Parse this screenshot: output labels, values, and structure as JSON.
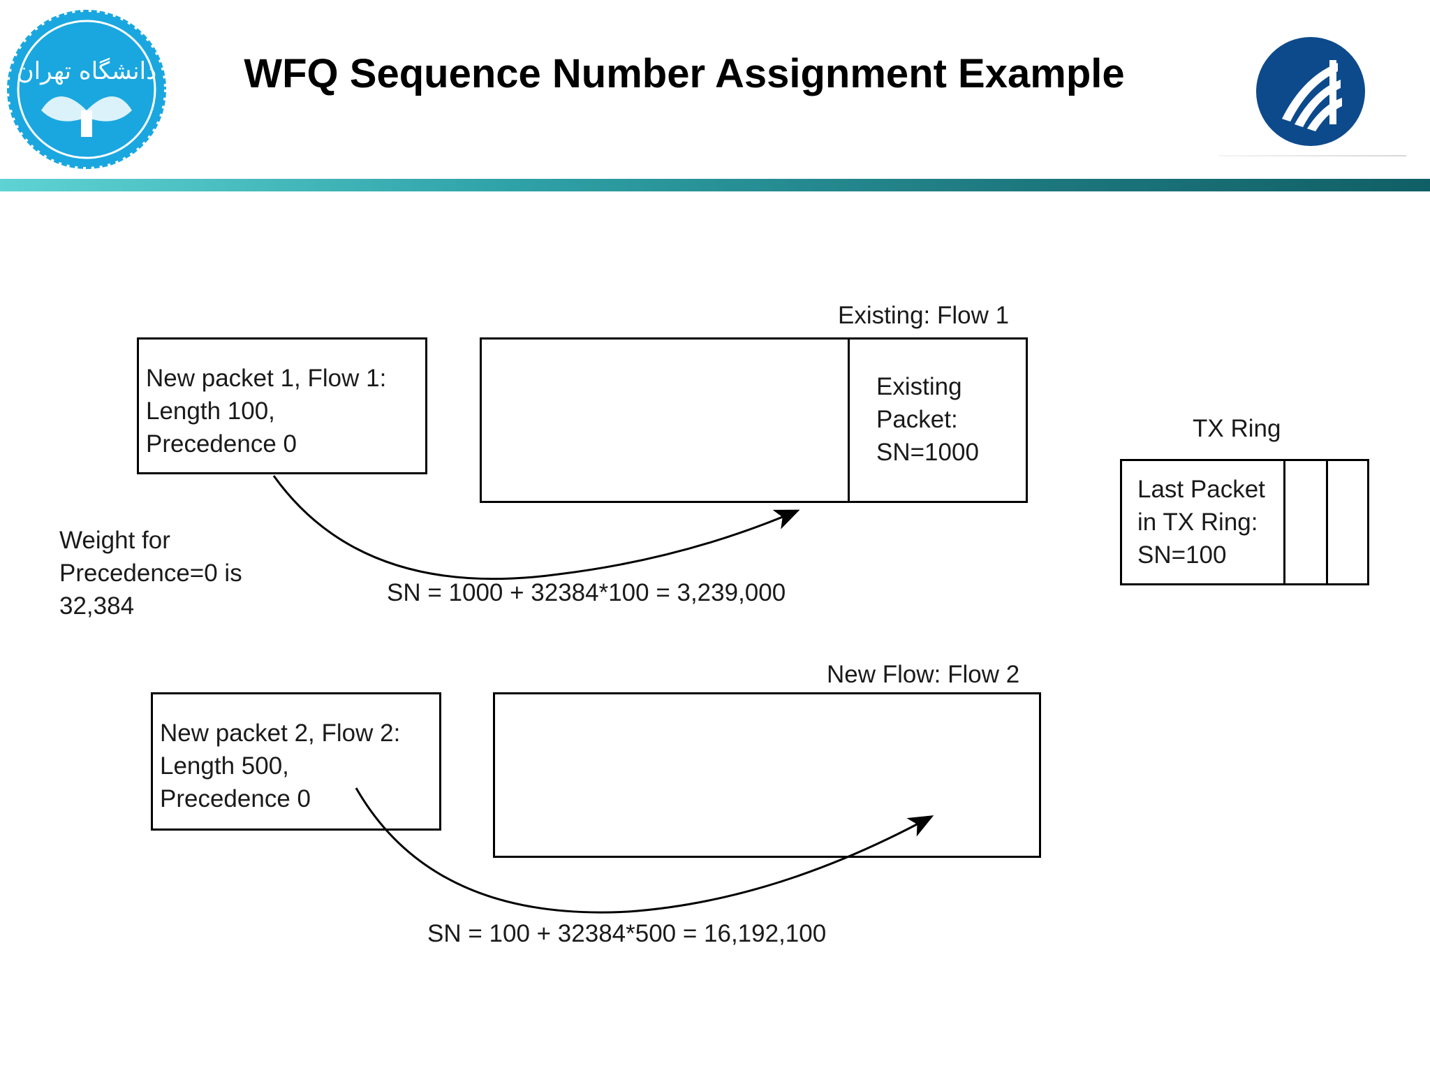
{
  "slide": {
    "title": "WFQ Sequence Number Assignment Example"
  },
  "logos": {
    "left_text": "دانشگاه تهران",
    "left_color": "#1aa7e0",
    "right_color": "#0d4a8c"
  },
  "colors": {
    "header_bar_start": "#5fd3d3",
    "header_bar_end": "#115f66"
  },
  "diagram": {
    "flow1_queue_label": "Existing: Flow 1",
    "existing_packet": [
      "Existing",
      "Packet:",
      "SN=1000"
    ],
    "new_packet_1": [
      "New packet 1, Flow 1:",
      "Length 100,",
      "Precedence 0"
    ],
    "weight_note": [
      "Weight for",
      "Precedence=0 is",
      "32,384"
    ],
    "formula_1": "SN = 1000 + 32384*100 = 3,239,000",
    "tx_ring_label": "TX Ring",
    "tx_ring_packet": [
      "Last Packet",
      "in TX Ring:",
      "SN=100"
    ],
    "flow2_queue_label": "New Flow: Flow 2",
    "new_packet_2": [
      "New packet 2, Flow 2:",
      "Length 500,",
      "Precedence 0"
    ],
    "formula_2": "SN = 100 + 32384*500 = 16,192,100"
  }
}
